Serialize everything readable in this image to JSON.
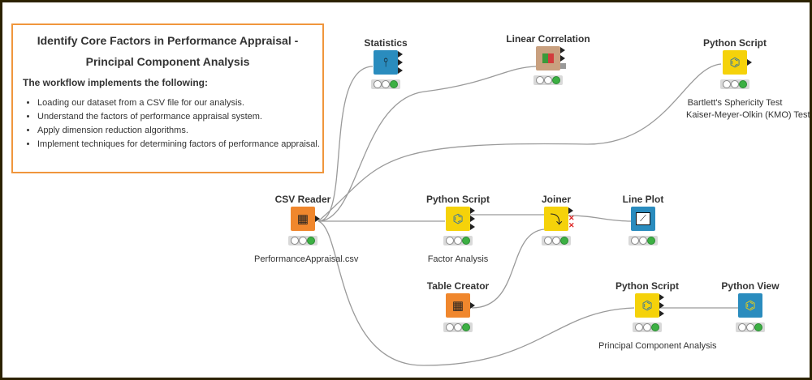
{
  "annotation": {
    "title_line1": "Identify Core Factors in Performance Appraisal -",
    "title_line2": "Principal Component Analysis",
    "subtitle": "The workflow implements the following:",
    "bullets": [
      "Loading our dataset from a CSV file for our analysis.",
      "Understand the factors of performance appraisal system.",
      "Apply dimension reduction algorithms.",
      "Implement techniques for determining factors of performance appraisal."
    ]
  },
  "nodes": {
    "statistics": {
      "name": "Statistics",
      "color": "#2a8cbe",
      "icon": "statistics-icon"
    },
    "linear_correlation": {
      "name": "Linear Correlation",
      "color": "#c9a07f",
      "icon": "correlation-icon"
    },
    "python_script_top": {
      "name": "Python Script",
      "label_line1": "Bartlett's Sphericity Test",
      "label_line2": "Kaiser-Meyer-Olkin (KMO) Test",
      "color": "#f5d20a",
      "icon": "python-icon"
    },
    "csv_reader": {
      "name": "CSV Reader",
      "label": "PerformanceAppraisal.csv",
      "color": "#f0872d",
      "icon": "table-reader-icon"
    },
    "python_script_mid": {
      "name": "Python Script",
      "label": "Factor Analysis",
      "color": "#f5d20a",
      "icon": "python-icon"
    },
    "joiner": {
      "name": "Joiner",
      "color": "#f5d20a",
      "icon": "joiner-icon"
    },
    "line_plot": {
      "name": "Line Plot",
      "color": "#2a8cbe",
      "icon": "line-plot-icon"
    },
    "table_creator": {
      "name": "Table Creator",
      "color": "#f0872d",
      "icon": "table-creator-icon"
    },
    "python_script_bottom": {
      "name": "Python Script",
      "label": "Principal Component Analysis",
      "color": "#f5d20a",
      "icon": "python-icon"
    },
    "python_view": {
      "name": "Python View",
      "color": "#2a8cbe",
      "icon": "python-view-icon"
    }
  }
}
